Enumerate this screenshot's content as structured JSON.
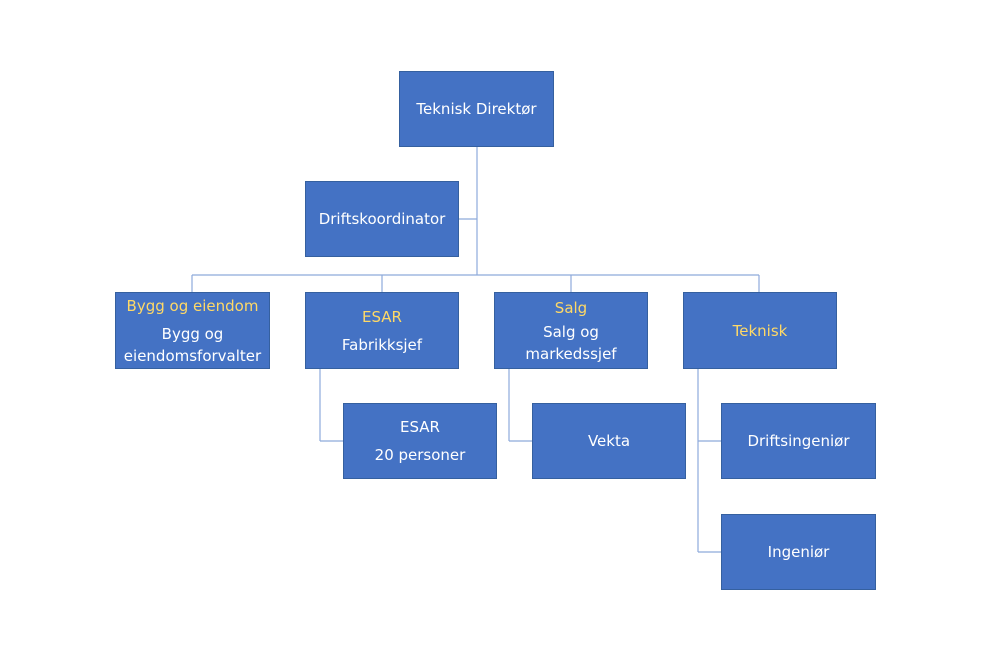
{
  "org_chart": {
    "director": {
      "title": "Teknisk Direktør"
    },
    "assistant": {
      "title": "Driftskoordinator"
    },
    "departments": [
      {
        "header": "Bygg og eiendom",
        "lines": [
          "Bygg og",
          "eiendomsforvalter"
        ]
      },
      {
        "header": "ESAR",
        "lines": [
          "Fabrikksjef"
        ]
      },
      {
        "header": "Salg",
        "lines": [
          "Salg og",
          "markedssjef"
        ]
      },
      {
        "header": "Teknisk",
        "lines": []
      }
    ],
    "sub_units": [
      {
        "lines": [
          "ESAR",
          "20 personer"
        ]
      },
      {
        "lines": [
          "Vekta"
        ]
      },
      {
        "lines": [
          "Driftsingeniør"
        ]
      },
      {
        "lines": [
          "Ingeniør"
        ]
      }
    ]
  },
  "colors": {
    "box_fill": "#4472c4",
    "box_text": "#ffffff",
    "header_text": "#ffd966",
    "connector": "#8eaadb"
  }
}
